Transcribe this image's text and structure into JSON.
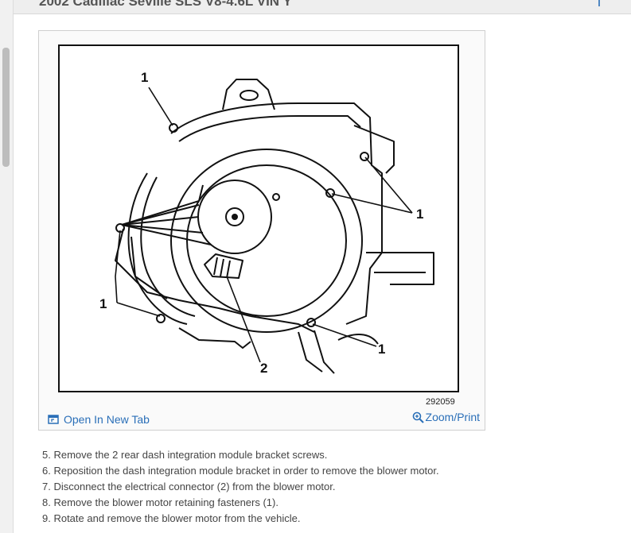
{
  "page": {
    "title": "2002 Cadillac Seville SLS V8-4.6L VIN Y"
  },
  "figure": {
    "id_text": "292059",
    "callouts": [
      "1",
      "1",
      "1",
      "1",
      "2"
    ]
  },
  "links": {
    "open_new_tab": "Open In New Tab",
    "zoom_print": "Zoom/Print"
  },
  "steps": [
    "5. Remove the 2 rear dash integration module bracket screws.",
    "6. Reposition the dash integration module bracket in order to remove the blower motor.",
    "7. Disconnect the electrical connector (2) from the blower motor.",
    "8. Remove the blower motor retaining fasteners (1).",
    "9. Rotate and remove the blower motor from the vehicle."
  ],
  "colors": {
    "link": "#2a6fb8",
    "text": "#444444"
  }
}
